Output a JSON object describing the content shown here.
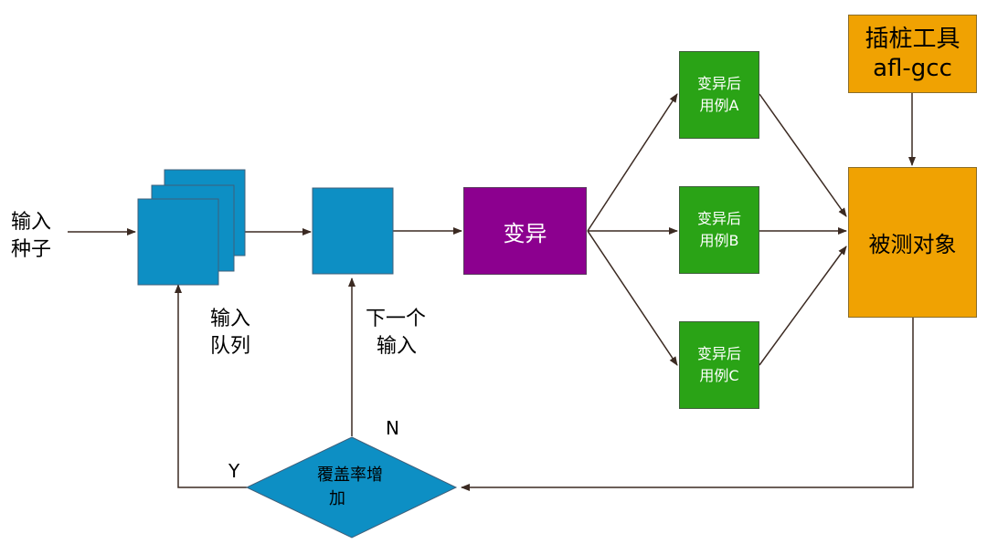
{
  "labels": {
    "input_seed": [
      "输入",
      "种子"
    ],
    "input_queue": [
      "输入",
      "队列"
    ],
    "next_input": [
      "下一个",
      "输入"
    ],
    "yes": "Y",
    "no": "N"
  },
  "nodes": {
    "mutate": "变异",
    "case_a": [
      "变异后",
      "用例A"
    ],
    "case_b": [
      "变异后",
      "用例B"
    ],
    "case_c": [
      "变异后",
      "用例C"
    ],
    "instrument_tool": [
      "插桩工具",
      "afl-gcc"
    ],
    "target": "被测对象",
    "coverage_check": [
      "覆盖率增",
      "加"
    ]
  },
  "colors": {
    "queue_blue": "#0d8fc4",
    "mutate_purple": "#8c008f",
    "case_green": "#2aa316",
    "target_orange": "#f0a202",
    "edge": "#3b2a22"
  }
}
